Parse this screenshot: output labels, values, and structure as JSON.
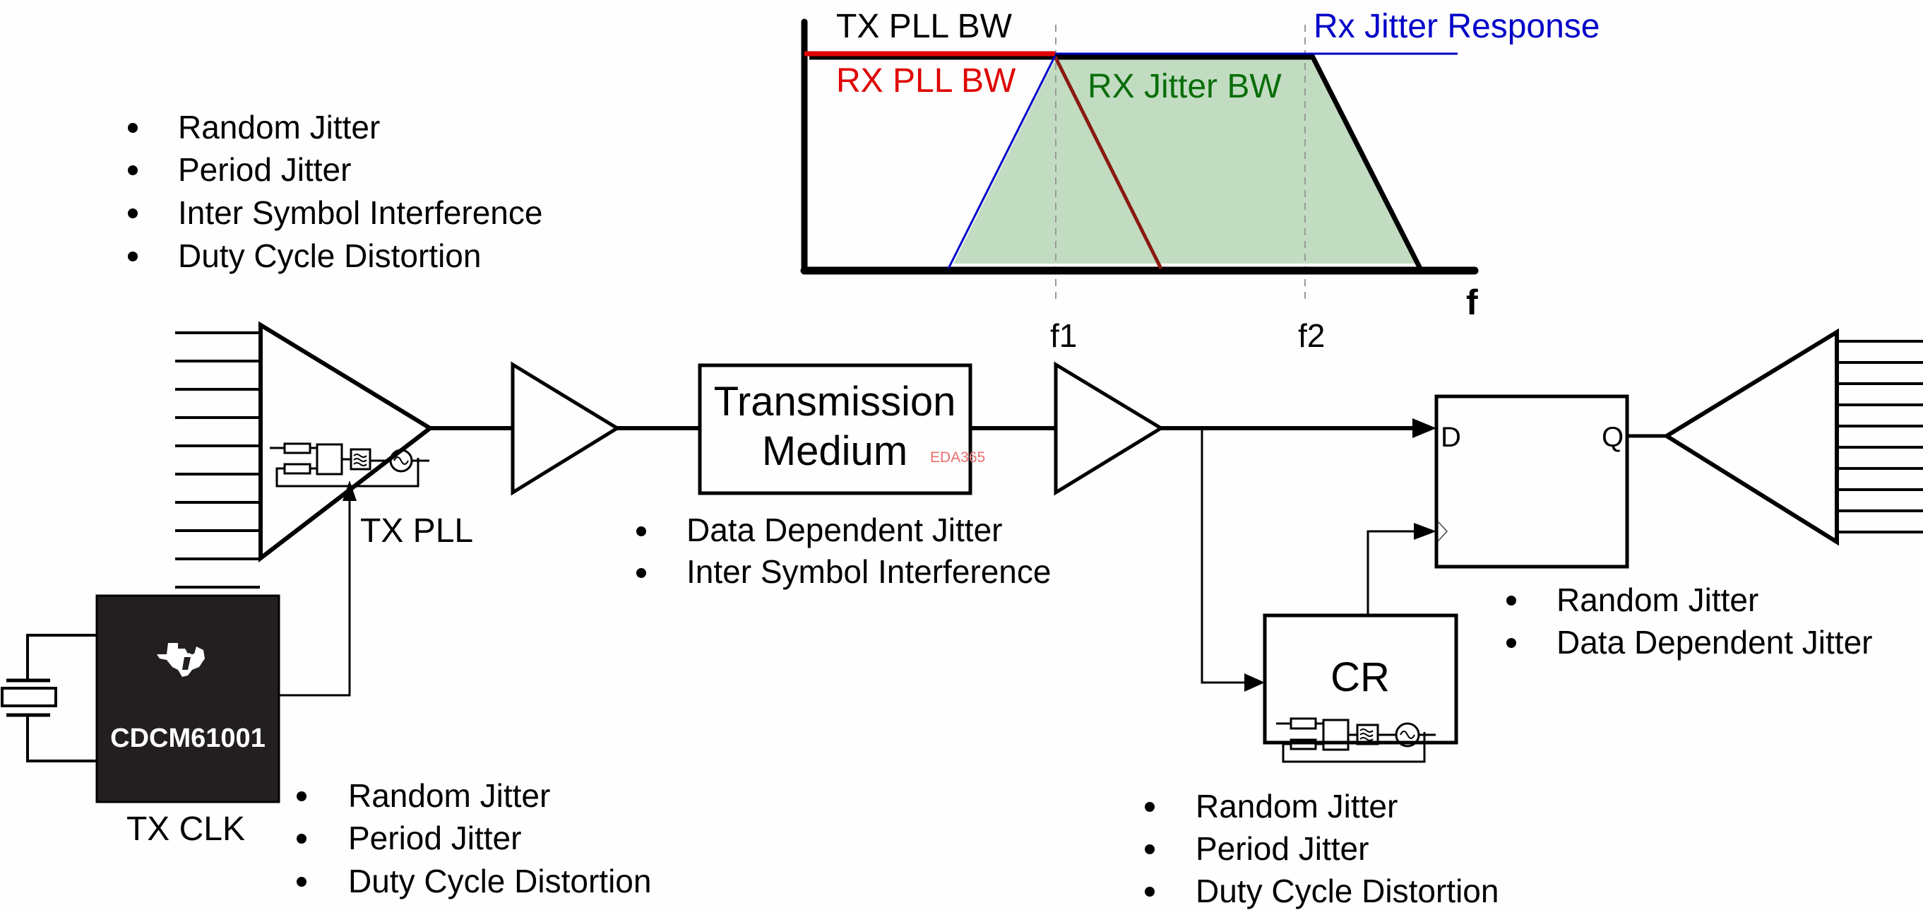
{
  "chart": {
    "title_tx_pll_bw": "TX PLL BW",
    "label_rx_pll_bw": "RX PLL BW",
    "label_rx_jitter_bw": "RX Jitter BW",
    "label_rx_jitter_response": "Rx Jitter Response",
    "axis_x_label": "f",
    "marker_f1": "f1",
    "marker_f2": "f2",
    "colors": {
      "tx_pll": "#000000",
      "rx_pll": "#e00000",
      "rx_pll_slope": "#8b1a10",
      "rx_jitter_response": "#0000c8",
      "rx_jitter_bw_fill": "#c2dcc2",
      "rx_jitter_bw_text": "#0a6e0a"
    }
  },
  "blocks": {
    "tx_pll_label": "TX PLL",
    "transmission_medium_line1": "Transmission",
    "transmission_medium_line2": "Medium",
    "watermark": "EDA365",
    "cr_label": "CR",
    "ff_d": "D",
    "ff_q": "Q",
    "chip_name": "CDCM61001",
    "tx_clk_label": "TX CLK"
  },
  "lists": {
    "serializer": [
      "Random Jitter",
      "Period Jitter",
      "Inter Symbol Interference",
      "Duty Cycle Distortion"
    ],
    "medium": [
      "Data Dependent Jitter",
      "Inter Symbol Interference"
    ],
    "flipflop": [
      "Random Jitter",
      "Data Dependent Jitter"
    ],
    "tx_clk": [
      "Random Jitter",
      "Period Jitter",
      "Duty Cycle Distortion"
    ],
    "cr": [
      "Random Jitter",
      "Period Jitter",
      "Duty Cycle Distortion"
    ]
  }
}
